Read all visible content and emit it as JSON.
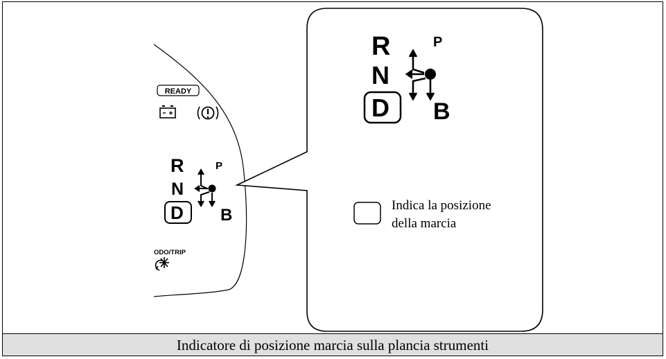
{
  "cluster": {
    "ready_label": "READY",
    "odo_trip_label": "ODO/TRIP",
    "gears": {
      "r": "R",
      "p": "P",
      "n": "N",
      "d": "D",
      "b": "B"
    }
  },
  "callout": {
    "gears": {
      "r": "R",
      "p": "P",
      "n": "N",
      "d": "D",
      "b": "B"
    },
    "legend_line1": "Indica la posizione",
    "legend_line2": "della marcia"
  },
  "caption": "Indicatore di posizione marcia sulla plancia strumenti",
  "icons": [
    "battery-icon",
    "warning-icon",
    "shift-arrows-icon",
    "trip-knob-icon"
  ]
}
